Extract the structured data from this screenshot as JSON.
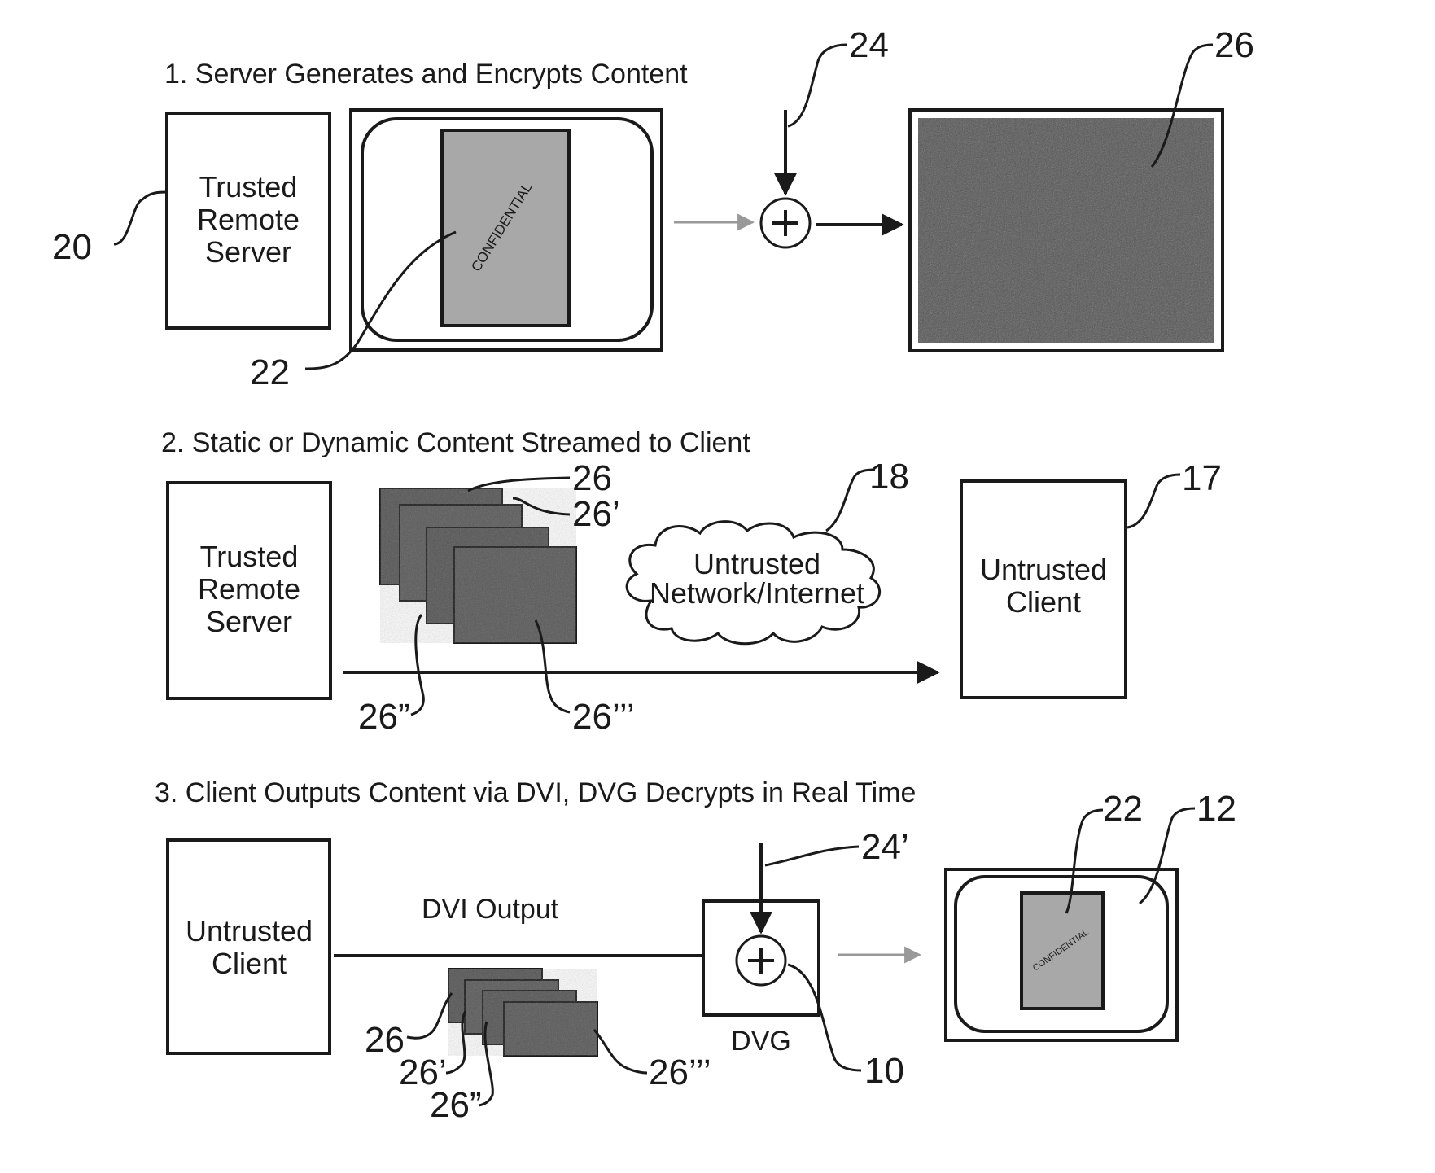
{
  "step1": {
    "title": "1. Server Generates and Encrypts Content",
    "server_label": [
      "Trusted",
      "Remote",
      "Server"
    ],
    "document_text": "CONFIDENTIAL",
    "refs": {
      "server": "20",
      "document": "22",
      "key": "24",
      "encrypted": "26"
    }
  },
  "step2": {
    "title": "2. Static or Dynamic Content Streamed to Client",
    "server_label": [
      "Trusted",
      "Remote",
      "Server"
    ],
    "network_label": [
      "Untrusted",
      "Network/Internet"
    ],
    "client_label": [
      "Untrusted",
      "Client"
    ],
    "refs": {
      "frame1": "26",
      "frame2": "26’",
      "frame3": "26”",
      "frame4": "26’’’",
      "network": "18",
      "client": "17"
    }
  },
  "step3": {
    "title": "3. Client Outputs Content via DVI, DVG Decrypts in Real Time",
    "client_label": [
      "Untrusted",
      "Client"
    ],
    "output_label": "DVI Output",
    "dvg_label": "DVG",
    "document_text": "CONFIDENTIAL",
    "refs": {
      "key": "24’",
      "document": "22",
      "display": "12",
      "dvg": "10",
      "frame1": "26",
      "frame2": "26’",
      "frame3": "26”",
      "frame4": "26’’’"
    }
  },
  "colors": {
    "ink": "#1a1a1a",
    "encrypted": "#555555",
    "document": "#a8a8a8",
    "gray_arrow": "#999999"
  }
}
